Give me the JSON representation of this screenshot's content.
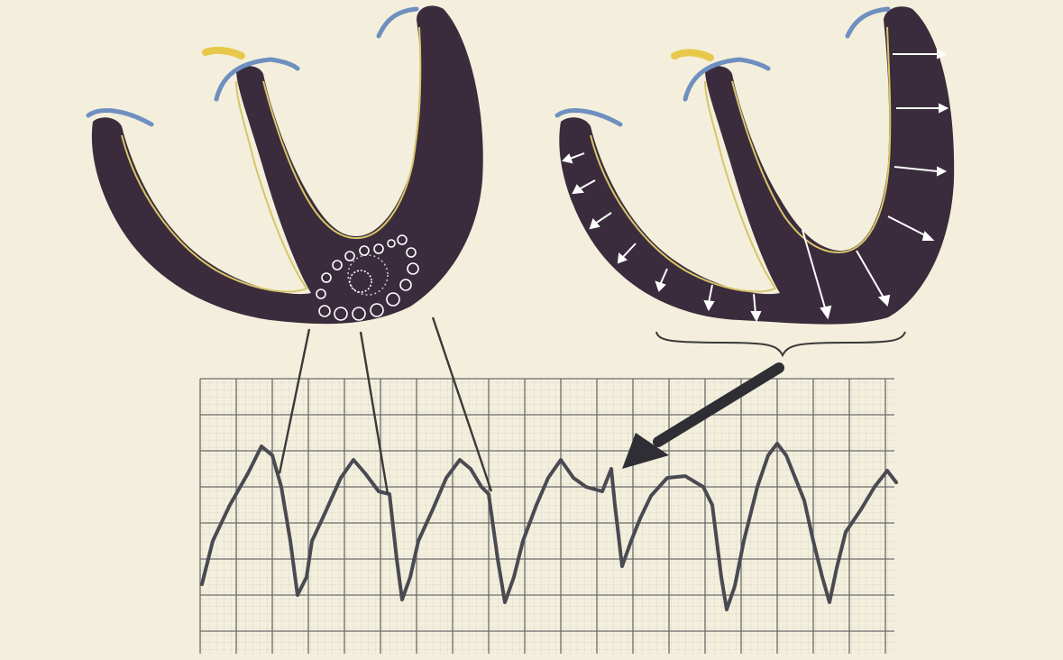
{
  "diagram": {
    "panels": [
      {
        "id": "left-heart",
        "depicts": "ventricle-cross-section-with-focal-lesion"
      },
      {
        "id": "right-heart",
        "depicts": "ventricle-cross-section-with-outward-arrows"
      }
    ],
    "ecg_strip": {
      "depicts": "ecg-trace-on-grid-paper"
    },
    "colors": {
      "background": "#f3efdc",
      "myocardium": "#3a2c3c",
      "endocardium_line": "#d8c46a",
      "vessel_blue": "#6f8fc0",
      "vessel_yellow": "#e8c84a",
      "grid_major": "#6b6b6b",
      "grid_minor": "#b8b8b8",
      "trace": "#4a4a52",
      "annotation_line": "#3a3a3a",
      "arrow_white": "#ffffff",
      "pointer_arrow": "#2e2e34"
    },
    "icons": [
      "left-ventricle-diagram-icon",
      "right-ventricle-diagram-icon",
      "ecg-strip-icon",
      "pointer-arrow-icon"
    ]
  }
}
